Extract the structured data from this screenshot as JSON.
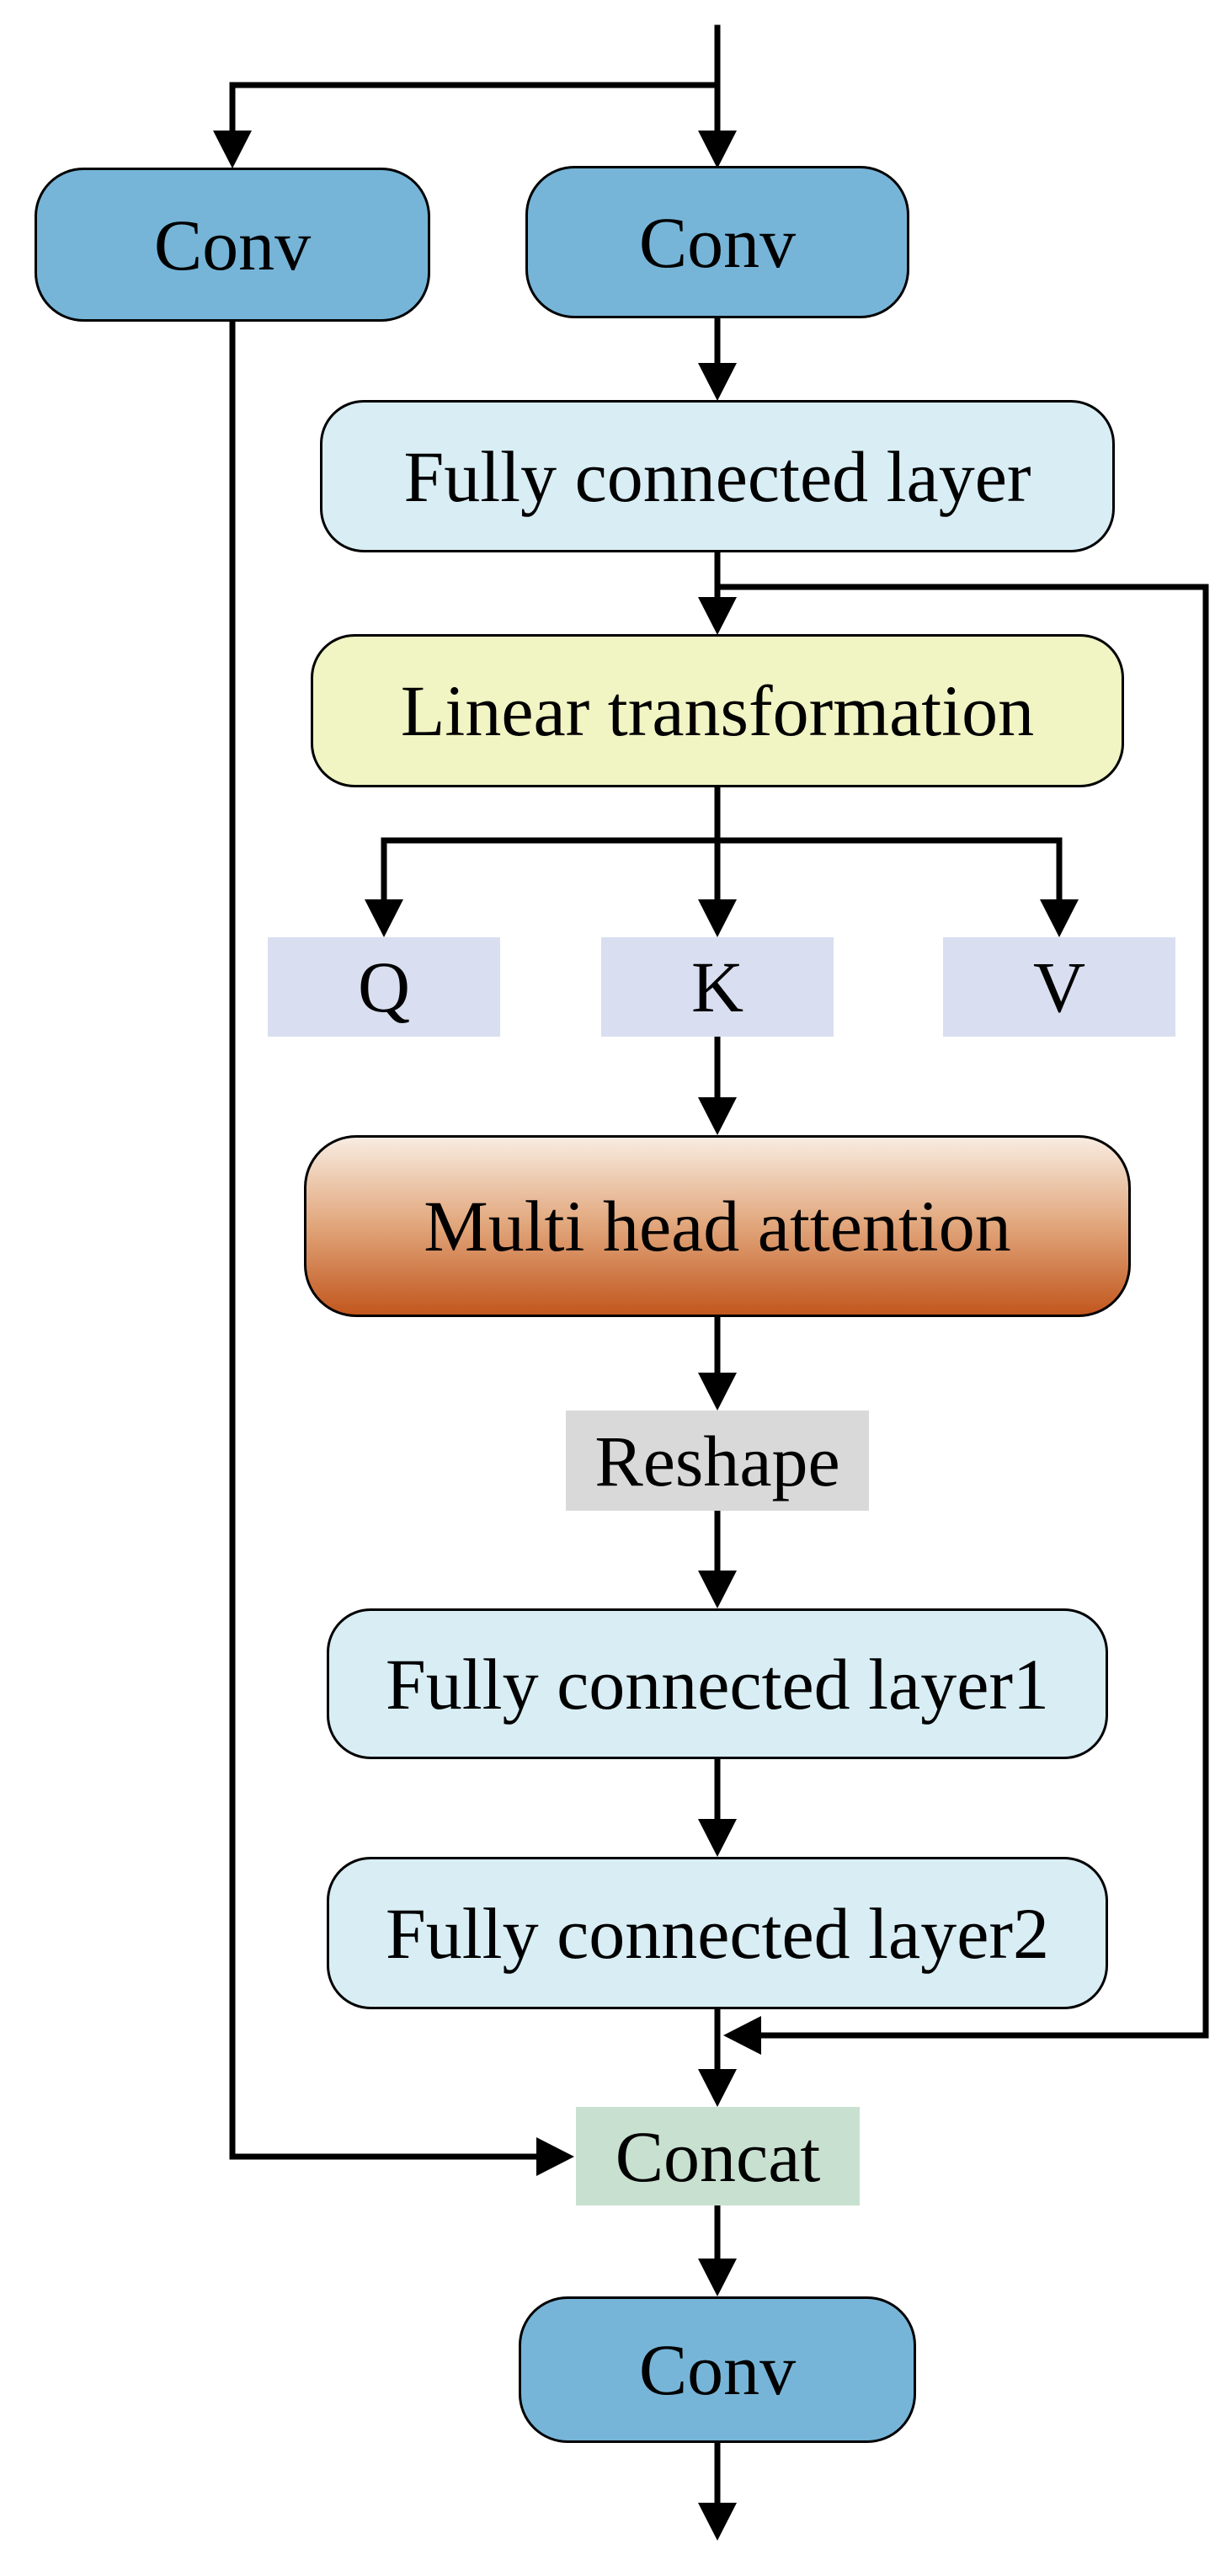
{
  "diagram": {
    "title": "Multi-head attention block flowchart",
    "background": "#ffffff",
    "edge_color": "#000000",
    "border_color": "#000000",
    "nodes": {
      "conv_left": {
        "label": "Conv",
        "fill": "#76b5d8"
      },
      "conv_top": {
        "label": "Conv",
        "fill": "#76b5d8"
      },
      "fully_connected": {
        "label": "Fully connected layer",
        "fill": "#d8edf4"
      },
      "linear_transformation": {
        "label": "Linear transformation",
        "fill": "#f1f4c3"
      },
      "q": {
        "label": "Q",
        "fill": "#d9dff0"
      },
      "k": {
        "label": "K",
        "fill": "#d9dff0"
      },
      "v": {
        "label": "V",
        "fill": "#d9dff0"
      },
      "multi_head_attention": {
        "label": "Multi head attention",
        "fill_top": "#f8ece1",
        "fill_mid": "#e2a87e",
        "fill_bottom": "#c2571e"
      },
      "reshape": {
        "label": "Reshape",
        "fill": "#d9d9d9"
      },
      "fc1": {
        "label": "Fully connected layer1",
        "fill": "#d8edf4"
      },
      "fc2": {
        "label": "Fully connected layer2",
        "fill": "#d8edf4"
      },
      "concat": {
        "label": "Concat",
        "fill": "#c8e0d0"
      },
      "conv_bottom": {
        "label": "Conv",
        "fill": "#76b5d8"
      }
    },
    "edges": [
      {
        "from": "input",
        "to": "conv_top"
      },
      {
        "from": "input",
        "to": "conv_left"
      },
      {
        "from": "conv_top",
        "to": "fully_connected"
      },
      {
        "from": "fully_connected",
        "to": "linear_transformation"
      },
      {
        "from": "fully_connected",
        "to": "concat_merge_point",
        "note": "right-side skip connection"
      },
      {
        "from": "linear_transformation",
        "to": "q"
      },
      {
        "from": "linear_transformation",
        "to": "k"
      },
      {
        "from": "linear_transformation",
        "to": "v"
      },
      {
        "from": "k",
        "to": "multi_head_attention"
      },
      {
        "from": "multi_head_attention",
        "to": "reshape"
      },
      {
        "from": "reshape",
        "to": "fc1"
      },
      {
        "from": "fc1",
        "to": "fc2"
      },
      {
        "from": "fc2",
        "to": "concat"
      },
      {
        "from": "conv_left",
        "to": "concat",
        "note": "left-side skip connection"
      },
      {
        "from": "concat",
        "to": "conv_bottom"
      },
      {
        "from": "conv_bottom",
        "to": "output"
      }
    ]
  }
}
